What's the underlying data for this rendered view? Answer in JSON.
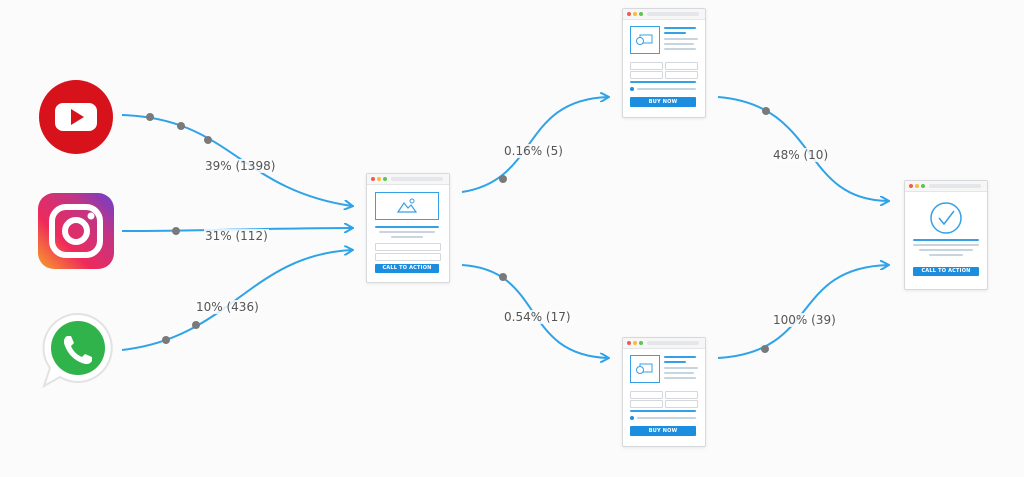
{
  "sources": [
    {
      "name": "YouTube",
      "icon": "youtube-icon",
      "color": "#d7121b"
    },
    {
      "name": "Instagram",
      "icon": "instagram-icon",
      "color": "#c13584"
    },
    {
      "name": "WhatsApp",
      "icon": "whatsapp-icon",
      "color": "#2fb34a"
    }
  ],
  "flows": {
    "youtube": "39% (1398)",
    "instagram": "31% (112)",
    "whatsapp": "10% (436)",
    "landing_to_top": "0.16% (5)",
    "landing_to_bottom": "0.54% (17)",
    "top_to_thanks": "48% (10)",
    "bottom_to_thanks": "100% (39)"
  },
  "pages": {
    "landing_cta": "CALL TO ACTION",
    "checkout_top_cta": "BUY NOW",
    "checkout_bottom_cta": "BUY NOW",
    "thanks_cta": "CALL TO ACTION"
  },
  "colors": {
    "arrow": "#2ea3e8",
    "dot": "#7a7a7a",
    "cta": "#1b8ee0"
  }
}
